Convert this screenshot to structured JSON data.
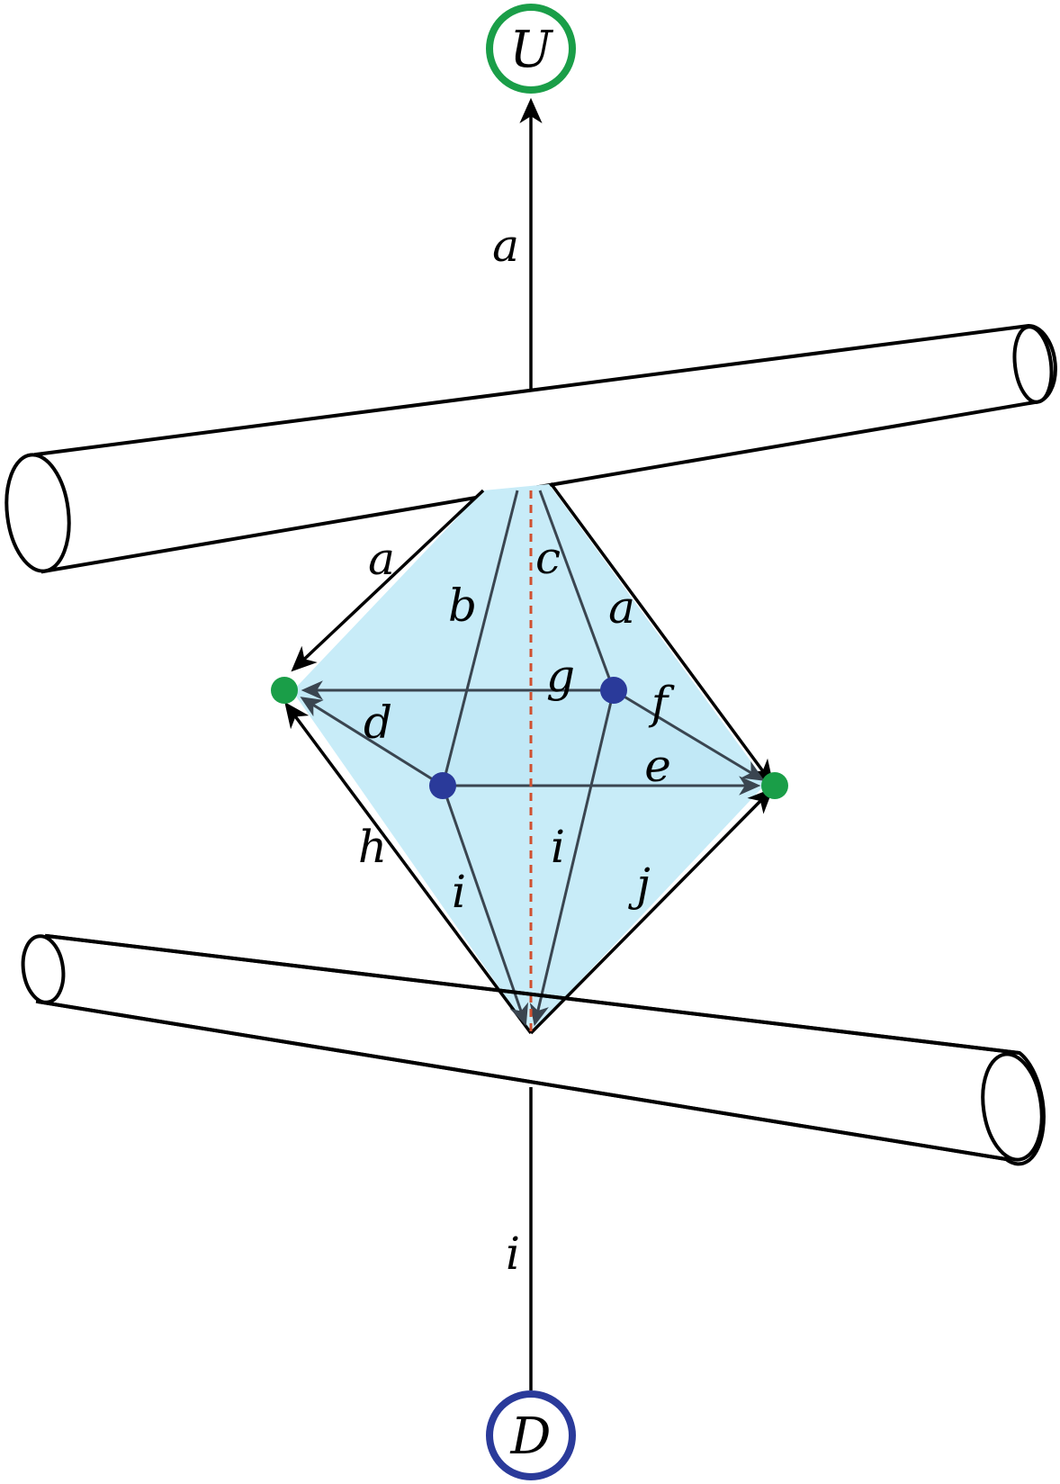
{
  "diagram": {
    "nodes": {
      "top": {
        "label": "U",
        "color": "#1a9e48"
      },
      "bottom": {
        "label": "D",
        "color": "#2a3a9a"
      }
    },
    "edge_labels": {
      "top_stem": "a",
      "upper_left": "a",
      "b": "b",
      "c": "c",
      "upper_right": "a",
      "g": "g",
      "f": "f",
      "d": "d",
      "e": "e",
      "h": "h",
      "lower_left_i": "i",
      "center_i": "i",
      "j": "j",
      "bottom_stem": "i"
    },
    "colors": {
      "octahedron_fill": "#c8ecf8",
      "octahedron_shade": "#b6e0f0",
      "vertex_green": "#1a9e48",
      "vertex_blue": "#2a3a9a",
      "axis_dashed": "#d05030"
    }
  }
}
